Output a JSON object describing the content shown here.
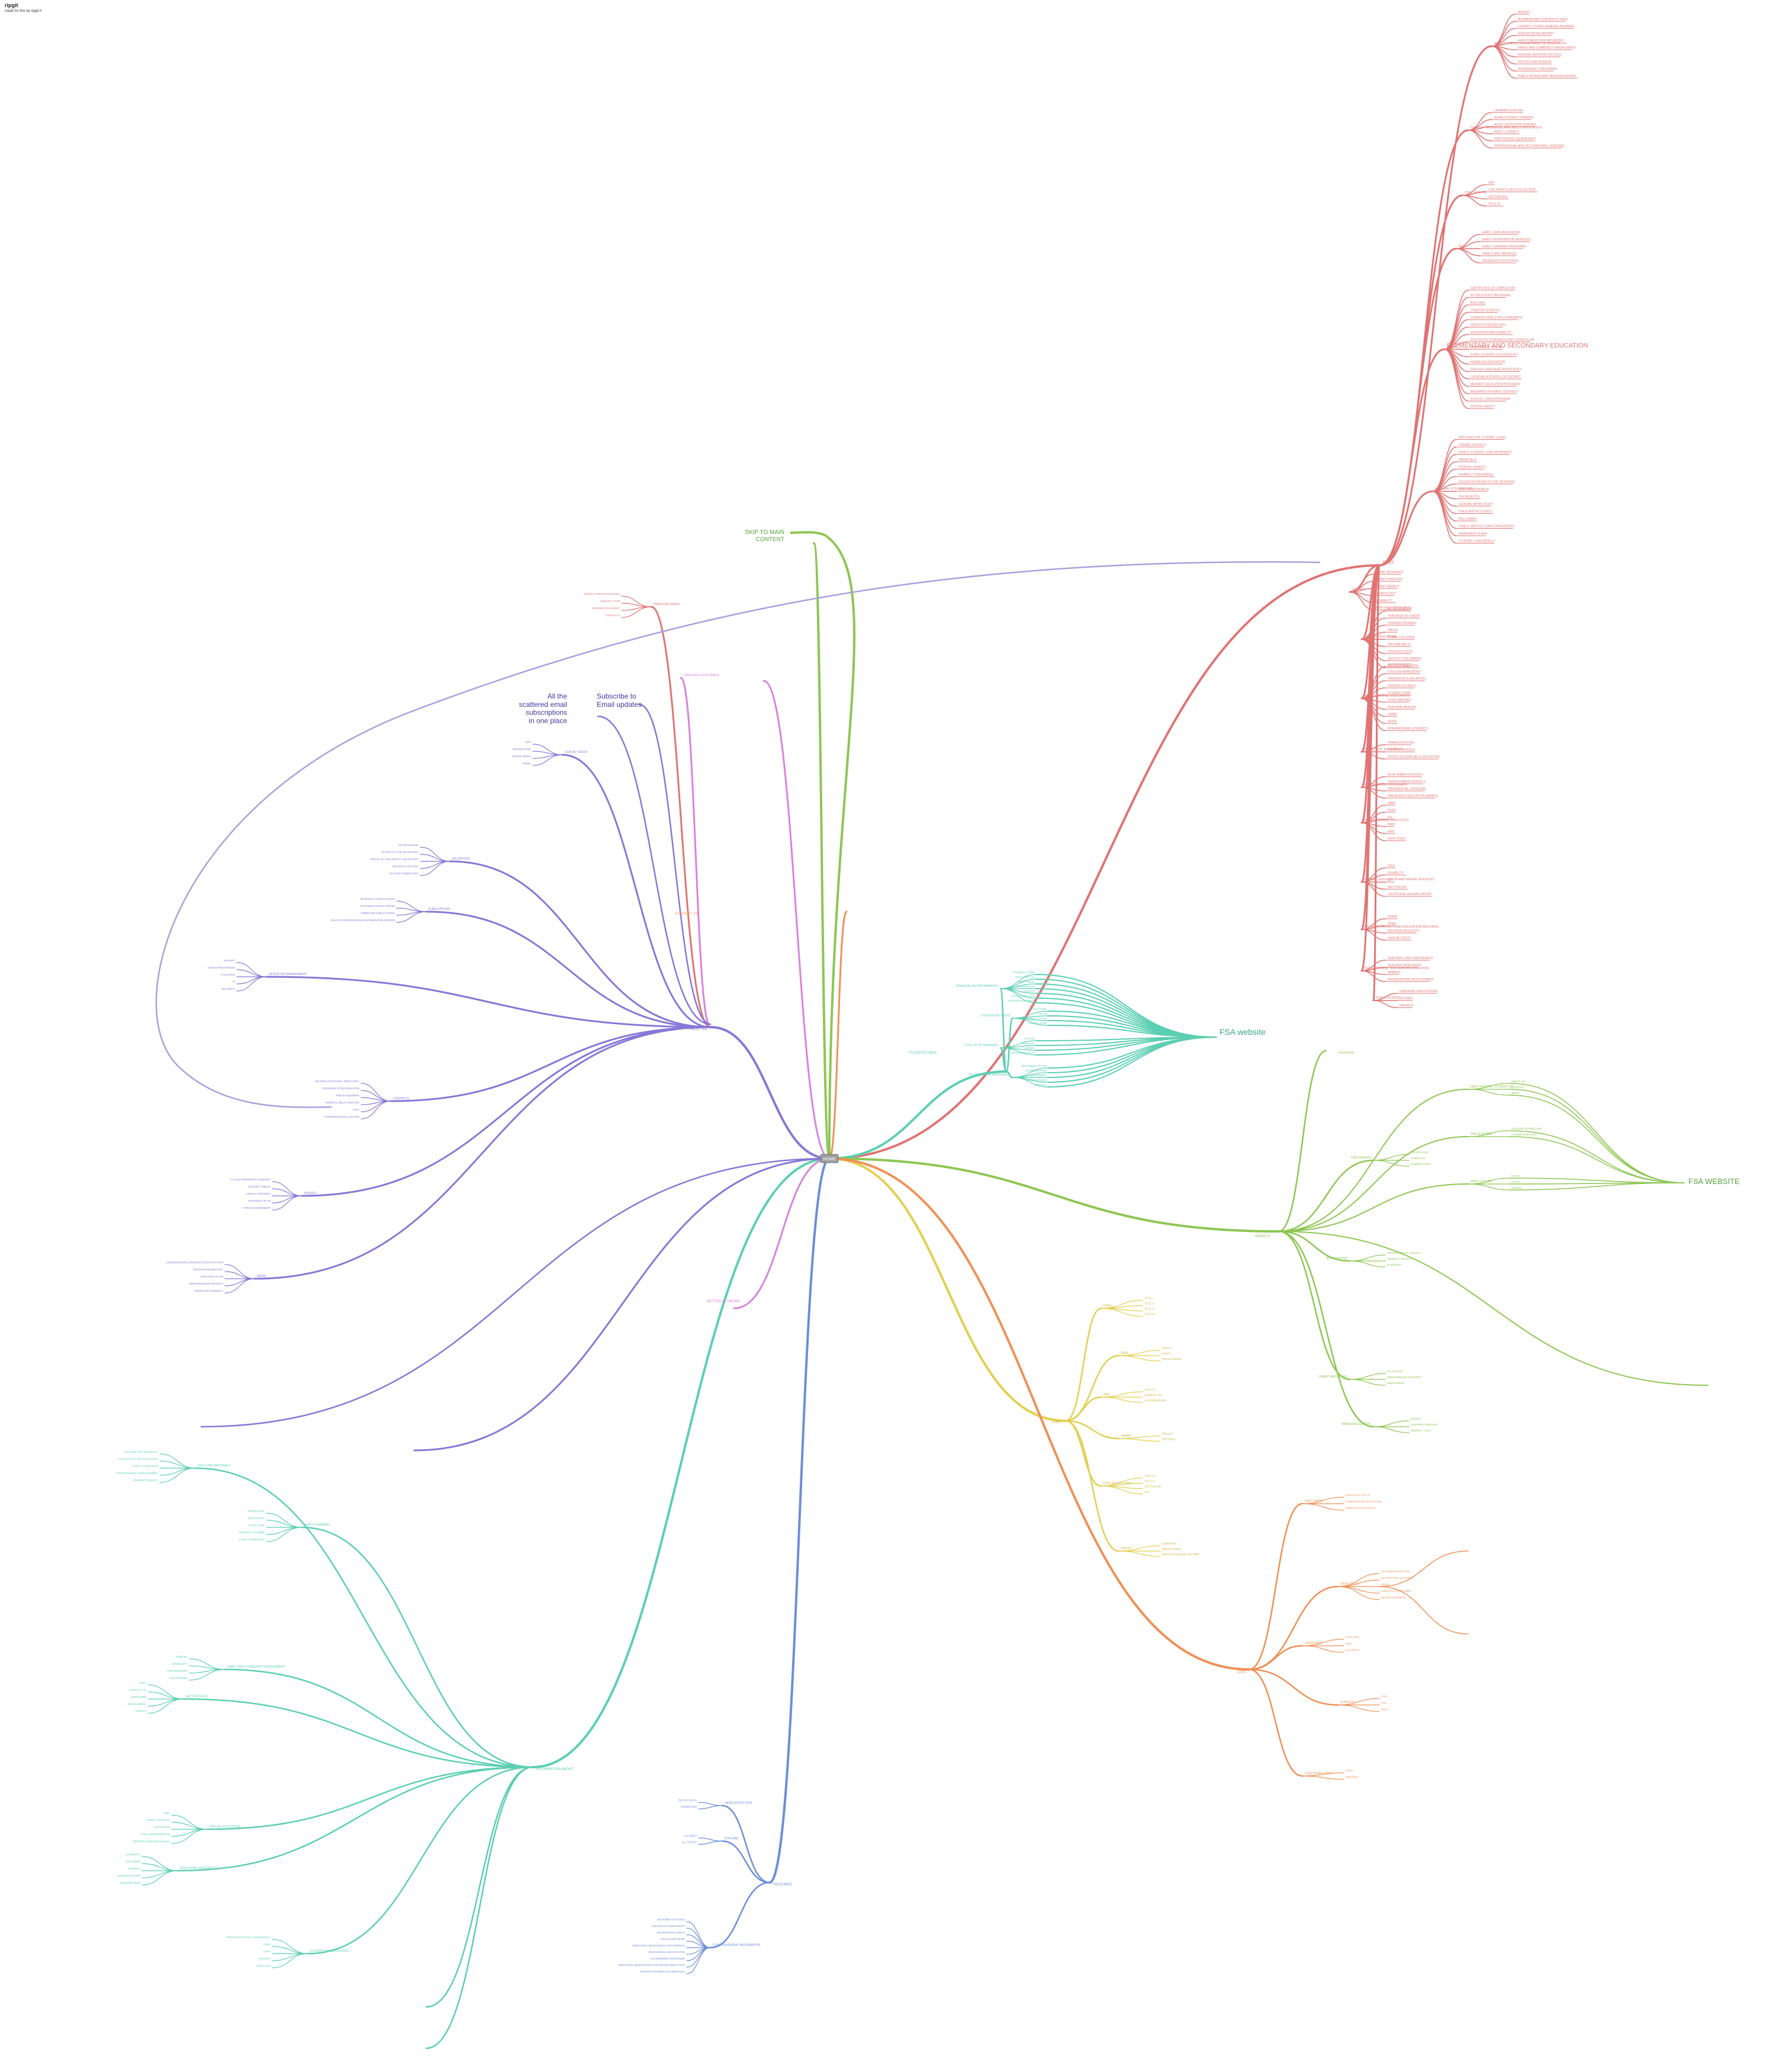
{
  "header": {
    "title": "ripgit",
    "subtitle": "made for this by ripgit it"
  },
  "colors": {
    "red": "#e07474",
    "green": "#8dc653",
    "teal": "#5ccfb2",
    "purple": "#8678d6",
    "pink": "#d883df",
    "orange": "#ee9156",
    "yellow": "#e3cf4f",
    "blue": "#6b8fd8",
    "lavender": "#a7a1dd"
  },
  "center": {
    "label": "HOME"
  },
  "branches": {
    "faqs": {
      "label": "FAQS",
      "groups": [
        {
          "label": "ABOUT THE US DEPARTMENT OF EDUCATION",
          "items": [
            "BUDGET",
            "BUSINESS AND CONTRACTS FAQS",
            "CONTACT US AND GENERAL INQUIRIES",
            "EDUCATION SECRETARY",
            "EMPLOYMENT OPPORTUNITIES",
            "FAMILY AND COMMUNITY ENGAGEMENT",
            "FEDERAL REGISTER NOTICES",
            "HISTORY AND MISSION",
            "INTERAGENCY PROGRAMS",
            "PUBLIC AFFAIRS AND MEDIA RELATIONS"
          ]
        },
        {
          "label": "CAREER TECHNICAL AND ADULT EDUCATION",
          "items": [
            "LEARNING ENGLISH",
            "WORK-STUDENT TRAINING",
            "ADULT EDUCATION FUNDING",
            "ADULT LITERACY",
            "HIGH SCHOOL EQUIVALENCY",
            "PROFESSIONAL AND OCCUPATIONAL LICENSING"
          ]
        },
        {
          "label": "CIVIL RIGHTS",
          "items": [
            "ADA",
            "CIVIL RIGHTS DATA COLLECTION",
            "SECTION 504",
            "TITLE IX"
          ]
        },
        {
          "label": "ECE",
          "items": [
            "EARLY CARE RESOURCES",
            "EARLY INTERVENTION SERVICES",
            "EARLY LEARNING PROGRAMS",
            "HEAD START SERVICES",
            "RESEARCH FOR SCHOOL"
          ]
        },
        {
          "label": "ELEMENTARY AND SECONDARY EDUCATION",
          "items": [
            "CERTIFICATE OF COMPLETION",
            "AFTERSCHOOL PROGRAMS",
            "BULLYING",
            "CHARTER SCHOOLS",
            "COMMON CORE STATE STANDARDS",
            "DROPOUT PREVENTION",
            "EDUCATION AND DISABILITY",
            "EDUCATION STANDARDS AND CURRICULUM",
            "ENROLLMENT IN K-12",
            "EVERY STUDENT SUCCEEDS ACT",
            "HOMELESS EDUCATION",
            "ENGLISH LANGUAGE PROFICIENCY",
            "LOCATING A SCHOOL OR DISTRICT",
            "MIGRANT EDUCATION PROGRAMS",
            "RESEARCH IN PUBLIC SCHOOLS",
            "SCHOOL LUNCH PROGRAM",
            "SCHOOL SAFETY"
          ]
        },
        {
          "label": "FEDERAL STUDENT AID",
          "items": [
            "APPLYING FOR STUDENT LOANS",
            "CAREER SCHOOLS",
            "DIRECT STUDENT LOAN REPAYMENT",
            "FAFSA HELP",
            "FEDERAL GRANTS",
            "DISABILITY DISCHARGE",
            "EDUCATION BENEFITS FOR VETERANS",
            "LOAN FORGIVENESS",
            "TAX BENEFITS",
            "FEDERAL WORK STUDY",
            "FSA ID AND ACCOUNTS",
            "PELL GRANT",
            "PUBLIC SERVICE LOAN FORGIVENESS",
            "REPAYMENT PLANS",
            "STUDENT LOAN DEFAULT"
          ]
        },
        {
          "label": "GRANTS",
          "items": [
            "GRANT RESEARCH",
            "GRANT FORECAST",
            "GRANT SEARCH",
            "GRANTS.GOV",
            "ELIGIBILITY",
            "APPLYING FOR GRANTS"
          ]
        },
        {
          "label": "HIGHER EDUCATION",
          "items": [
            "ACCREDITATION",
            "TRANSFER OF CREDIT",
            "FOREIGN DEGREES",
            "HBCUS",
            "TRIBAL COLLEGES",
            "DIPLOMA MILLS",
            "COLLEGE COSTS",
            "SECURITY ON CAMPUS",
            "INSTITUTIONAL DATA"
          ]
        },
        {
          "label": "INTERNATIONAL EDUCATION",
          "items": [
            "ACCREDITATION",
            "COLLEGE ADMISSIONS",
            "CREDENTIAL EVALUATION",
            "FOREIGN SCHOOLS",
            "STUDENT VISAS",
            "STUDY ABROAD",
            "TEACHING ABROAD",
            "USNEI",
            "SEVIS",
            "INTERNATIONAL STUDENTS"
          ]
        },
        {
          "label": "NONPUBLIC EDUCATION",
          "items": [
            "HOMESCHOOLING",
            "PRIVATE SCHOOLS",
            "OFFICE OF NONPUBLIC EDUCATION"
          ]
        },
        {
          "label": "RECOGNITION PROGRAMS",
          "items": [
            "BLUE RIBBON SCHOOLS",
            "GREEN RIBBON SCHOOLS",
            "PRESIDENTIAL SCHOLARS",
            "PRESIDENTS EDUCATION AWARDS"
          ]
        },
        {
          "label": "RESEARCH AND STATISTICS",
          "items": [
            "NAEP",
            "NCES",
            "IES",
            "WWC",
            "ERIC",
            "DATA TOOLS"
          ]
        },
        {
          "label": "SPECIAL EDUCATION AND REHAB SERVICES",
          "items": [
            "IDEA",
            "DISABILITY",
            "IEP",
            "SECTION 504",
            "VOCATIONAL REHABILITATION"
          ]
        },
        {
          "label": "STUDENT PRIVACY AND EDUCATION RECORDS",
          "items": [
            "FERPA",
            "PPRA",
            "RECORDS REQUESTS",
            "DATA SECURITY"
          ]
        },
        {
          "label": "TEACHING AND TEACHER RECOGNITION",
          "items": [
            "TEACHER LOAN FORGIVENESS",
            "TEACHER SHORTAGES",
            "AWARDS",
            "PROFESSIONAL DEVELOPMENT"
          ]
        },
        {
          "label": "PUBLICATIONS",
          "items": [
            "ORDERING PUBLICATIONS",
            "ED PUBS",
            "REPORTS"
          ]
        }
      ]
    },
    "skip": {
      "label": "SKIP TO MAIN CONTENT"
    },
    "fsa_website": {
      "label": "FSA website",
      "children": [
        {
          "label": "FINANCIAL AID INFORMATION",
          "items": [
            "STUDENT LOANS",
            "APPLY FOR AID",
            "REPAYMENT",
            "FORGIVENESS",
            "GRANTS",
            "LOAN SIMULATOR",
            "STUDENT AID INDEX"
          ]
        },
        {
          "label": "STUDENT AID INDEX",
          "items": [
            "FAFSA FORM",
            "FSA ID",
            "DEPENDENCY STATUS",
            "VERIFICATION"
          ]
        },
        {
          "label": "COST OF ATTENDANCE",
          "items": [
            "TUITION",
            "HOUSING",
            "BOOKS",
            "TRANSPORTATION"
          ]
        },
        {
          "label": "STUDENT LOAN REPAYMENT",
          "items": [
            "REPAYMENT PLANS",
            "CONSOLIDATION",
            "DEFERMENT",
            "FORBEARANCE",
            "DEFAULT"
          ]
        }
      ]
    },
    "fsa_website2": {
      "label": "FSA WEBSITE",
      "groups": [
        {
          "label": "MEET FEDERAL STUDENT AID",
          "items": [
            "ABOUT US",
            "CONTACT",
            "NEWS"
          ]
        },
        {
          "label": "FIND A SCHOOL",
          "items": [
            "COLLEGE SCORECARD",
            "CAREER ONE STOP"
          ]
        },
        {
          "label": "APPLY FOR AID",
          "items": [
            "FAFSA",
            "FSA ID",
            "RENEW"
          ]
        }
      ]
    },
    "grants": {
      "label": "GRANTS",
      "groups": [
        {
          "label": "APPLICATIONS",
          "items": [
            "DISCRETIONARY GRANTS",
            "FORMULA GRANTS",
            "ELIGIBILITY"
          ]
        },
        {
          "label": "FIND GRANTS",
          "items": [
            "GRANTS.GOV",
            "FORECAST",
            "COMPETITIONS"
          ]
        },
        {
          "label": "GRANT REPORTING",
          "items": [
            "G5 SYSTEM",
            "PERFORMANCE REPORTS",
            "MONITORING"
          ]
        },
        {
          "label": "MANAGING GRANTS",
          "items": [
            "EDGAR",
            "UNIFORM GUIDANCE",
            "INDIRECT COST"
          ]
        }
      ]
    },
    "laws": {
      "label": "LAWS",
      "groups": [
        {
          "label": "ESSA",
          "items": [
            "TITLE I",
            "TITLE II",
            "TITLE III",
            "TITLE IV"
          ]
        },
        {
          "label": "IDEA",
          "items": [
            "PART B",
            "PART C",
            "REGULATIONS"
          ]
        },
        {
          "label": "HEA",
          "items": [
            "TITLE IV",
            "STUDENT AID",
            "ACCREDITATION"
          ]
        },
        {
          "label": "FERPA",
          "items": [
            "PRIVACY",
            "RECORDS"
          ]
        },
        {
          "label": "CIVIL RIGHTS LAWS",
          "items": [
            "TITLE VI",
            "TITLE IX",
            "SECTION 504",
            "ADA"
          ]
        },
        {
          "label": "POLICY",
          "items": [
            "GUIDANCE",
            "REGULATIONS",
            "DEAR COLLEAGUE LETTERS"
          ]
        }
      ]
    },
    "data": {
      "label": "DATA",
      "groups": [
        {
          "label": "FAST FACTS",
          "items": [
            "NCES FAST FACTS",
            "CONDITION OF EDUCATION",
            "DIGEST OF STATISTICS"
          ]
        },
        {
          "label": "DATA TOOLS",
          "items": [
            "COLLEGE NAVIGATOR",
            "SEARCH FOR SCHOOLS",
            "IPEDS",
            "NAEP DATA EXPLORER",
            "ED DATA EXPRESS"
          ]
        },
        {
          "label": "OPEN DATA",
          "items": [
            "DATA.GOV",
            "APIS",
            "DATASETS"
          ]
        },
        {
          "label": "SURVEYS",
          "items": [
            "CCD",
            "PSS",
            "ECLS"
          ]
        },
        {
          "label": "CIVIL RIGHTS DATA",
          "items": [
            "CRDC",
            "REPORTS"
          ]
        }
      ]
    },
    "features": {
      "label": "FEATURES",
      "groups": [
        {
          "label": "HIGHLIGHTED SITE",
          "items": [
            "ED.GOV BLOG",
            "HOMEROOM"
          ]
        },
        {
          "label": "SITE MAP",
          "items": [
            "A-Z INDEX",
            "ALL TOPICS"
          ]
        },
        {
          "label": "COMPREHENSIVE INFORMATION",
          "items": [
            "ED HOME ACTIVITIES",
            "ADDITIONAL RESOURCES",
            "INFORMATION ABOUT",
            "EDUCATION NEWS",
            "ADDITIONAL RESOURCES FOR PARENTS",
            "RESOURCES AND UPDATES",
            "GOVERNMENT RESPONSE",
            "ADDITIONAL RESOURCES FOR HIGHER EDUCATION",
            "SPANISH INFORMATION SERVICES"
          ]
        }
      ]
    },
    "information_about": {
      "label": "INFORMATION ABOUT",
      "groups": [
        {
          "label": "THE CORE MATERIALS",
          "items": [
            "COLLEGE AFFORDABILITY",
            "CIVIL RIGHTS AND EDUCATION",
            "EARLY CHILDHOOD",
            "PROFESSIONAL DEVELOPMENT",
            "STUDENT PRIVACY"
          ]
        },
        {
          "label": "EARLY LEARNING",
          "items": [
            "PRESCHOOL",
            "HEAD START",
            "CHILD CARE",
            "LEARNING AT HOME",
            "EARLY STANDARDS"
          ]
        },
        {
          "label": "FAMILY AND COMMUNITY ENGAGEMENT",
          "items": [
            "FAMILIES",
            "COMMUNITY",
            "PARTNERSHIPS",
            "VOLUNTEERS"
          ]
        },
        {
          "label": "GET INVOLVED",
          "items": [
            "HELP",
            "CONTACT US",
            "SUBSCRIBE",
            "SOCIAL MEDIA",
            "EVENTS"
          ]
        },
        {
          "label": "SPECIAL EDUCATION",
          "items": [
            "IDEA",
            "PARENT CENTERS",
            "TRANSITION",
            "EARLY INTERVENTION",
            "REPORTS AND RESOURCES"
          ]
        },
        {
          "label": "ADDITIONAL RESOURCES",
          "items": [
            "STUDENTS",
            "TEACHERS",
            "PARENTS",
            "ADMINISTRATORS",
            "RESEARCHERS"
          ]
        },
        {
          "label": "CLASSROOM RESOURCES",
          "items": [
            "FREE EDUCATIONAL RESOURCES",
            "STEM",
            "ARTS",
            "HISTORY",
            "LANGUAGE"
          ]
        }
      ]
    },
    "about_ed": {
      "label": "ABOUT ED",
      "groups": [
        {
          "label": "PRESS RELEASES",
          "items": [
            "SEARCH PRESS RELEASES",
            "HOW DO I FIND",
            "INFORMATION ABOUT",
            "CONTACTS"
          ]
        },
        {
          "label": "LANGUAGE ASSISTANCE",
          "items": []
        },
        {
          "label": "STAY IN TOUCH",
          "items": [
            "RSS",
            "NEWSLETTER",
            "SOCIAL MEDIA",
            "EMAIL"
          ]
        },
        {
          "label": "ED OFFICES",
          "items": [
            "ED PROGRAMS",
            "OFFICE OF THE SECRETARY",
            "OFFICE OF THE DEPUTY SECRETARY",
            "REGIONAL OFFICES",
            "ED STAFF DIRECTORY"
          ]
        },
        {
          "label": "PUBLICATIONS",
          "items": [
            "RESEARCH PUBLICATIONS",
            "ED PUBLICATIONS ONLINE",
            "ORDER ED PUBLICATIONS",
            "EDUCATION RESOURCES INFORMATION CENTER"
          ]
        },
        {
          "label": "OFFICE OF MANAGEMENT",
          "items": [
            "BUDGET",
            "HUMAN RESOURCES",
            "FACILITIES",
            "IT",
            "SECURITY"
          ]
        },
        {
          "label": "CONTACTS",
          "items": [
            "ED ORGANIZATIONAL DIRECTORY",
            "FREEDOM OF INFORMATION",
            "PRESS INQUIRIES",
            "FEDERAL RELAY SERVICE",
            "FOIA",
            "CONGRESSIONAL AFFAIRS"
          ]
        },
        {
          "label": "BUDGET",
          "items": [
            "FY 2024 PRESIDENT'S BUDGET",
            "BUDGET TABLES",
            "ANNUAL REPORTS",
            "STRATEGIC PLAN",
            "OPEN GOVERNMENT"
          ]
        },
        {
          "label": "NEWS",
          "items": [
            "CONGRESSIONAL BUDGET JUSTIFICATIONS",
            "PROGRAM INVENTORY",
            "STRATEGIC PLAN",
            "PERFORMANCE REPORTS",
            "INSPECTOR GENERAL"
          ]
        }
      ]
    },
    "annotations": {
      "scattered": "All the scattered email subscriptions in one place",
      "subscribe": "Subscribe to Email updates",
      "contact_us": "CONTACT US",
      "better_network": "BETTER NETWORK",
      "student_links": "STUDENT LINKS"
    }
  }
}
